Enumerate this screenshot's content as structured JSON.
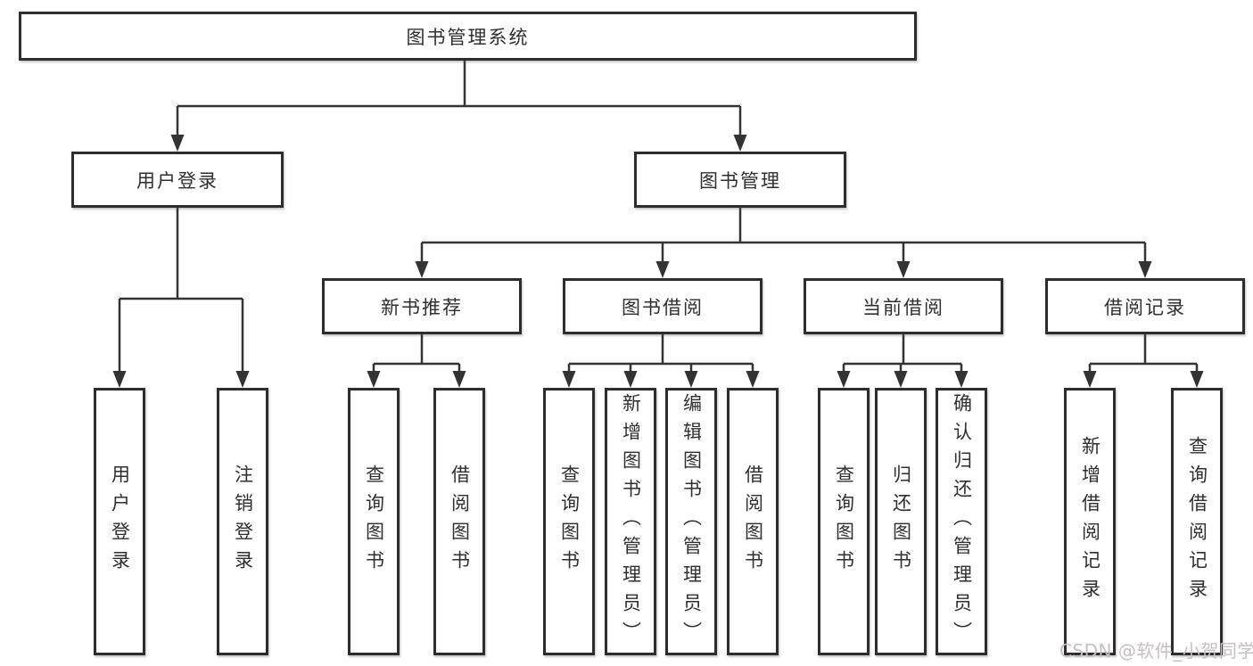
{
  "tree": {
    "root": {
      "label": "图书管理系统",
      "children": [
        {
          "label": "用户登录",
          "children": [
            {
              "label": "用户登录"
            },
            {
              "label": "注销登录"
            }
          ]
        },
        {
          "label": "图书管理",
          "children": [
            {
              "label": "新书推荐",
              "children": [
                {
                  "label": "查询图书"
                },
                {
                  "label": "借阅图书"
                }
              ]
            },
            {
              "label": "图书借阅",
              "children": [
                {
                  "label": "查询图书"
                },
                {
                  "label": "新增图书（管理员）"
                },
                {
                  "label": "编辑图书（管理员）"
                },
                {
                  "label": "借阅图书"
                }
              ]
            },
            {
              "label": "当前借阅",
              "children": [
                {
                  "label": "查询图书"
                },
                {
                  "label": "归还图书"
                },
                {
                  "label": "确认归还（管理员）"
                }
              ]
            },
            {
              "label": "借阅记录",
              "children": [
                {
                  "label": "新增借阅记录"
                },
                {
                  "label": "查询借阅记录"
                }
              ]
            }
          ]
        }
      ]
    }
  },
  "watermark": {
    "text": "CSDN @软件_小贺同学"
  },
  "colors": {
    "line": "#333333",
    "box_border": "#2d2d2d",
    "text": "#2f2f2f",
    "watermark": "#c7bfbf",
    "background": "#ffffff"
  }
}
